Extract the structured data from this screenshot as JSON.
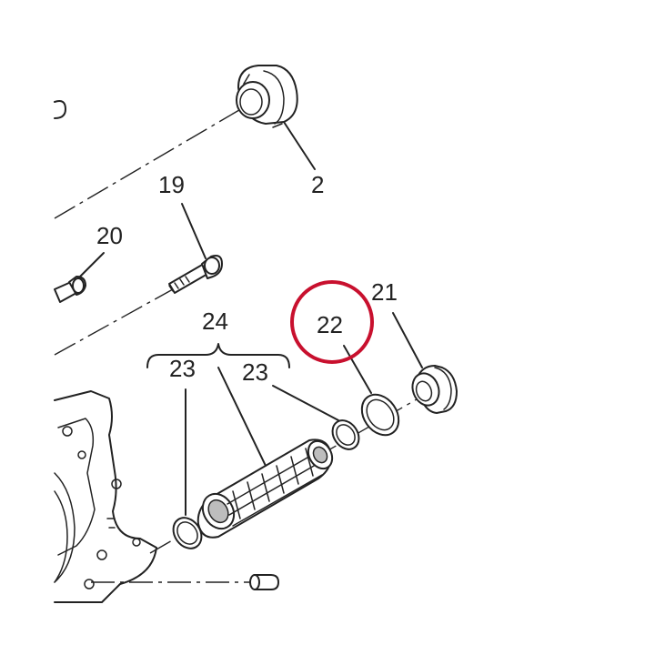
{
  "callouts": {
    "c2": "2",
    "c19": "19",
    "c20": "20",
    "c21": "21",
    "c22": "22",
    "c23a": "23",
    "c23b": "23",
    "c24": "24"
  },
  "highlight": {
    "target": "22",
    "color": "#c8102e"
  },
  "line_color": "#222222"
}
